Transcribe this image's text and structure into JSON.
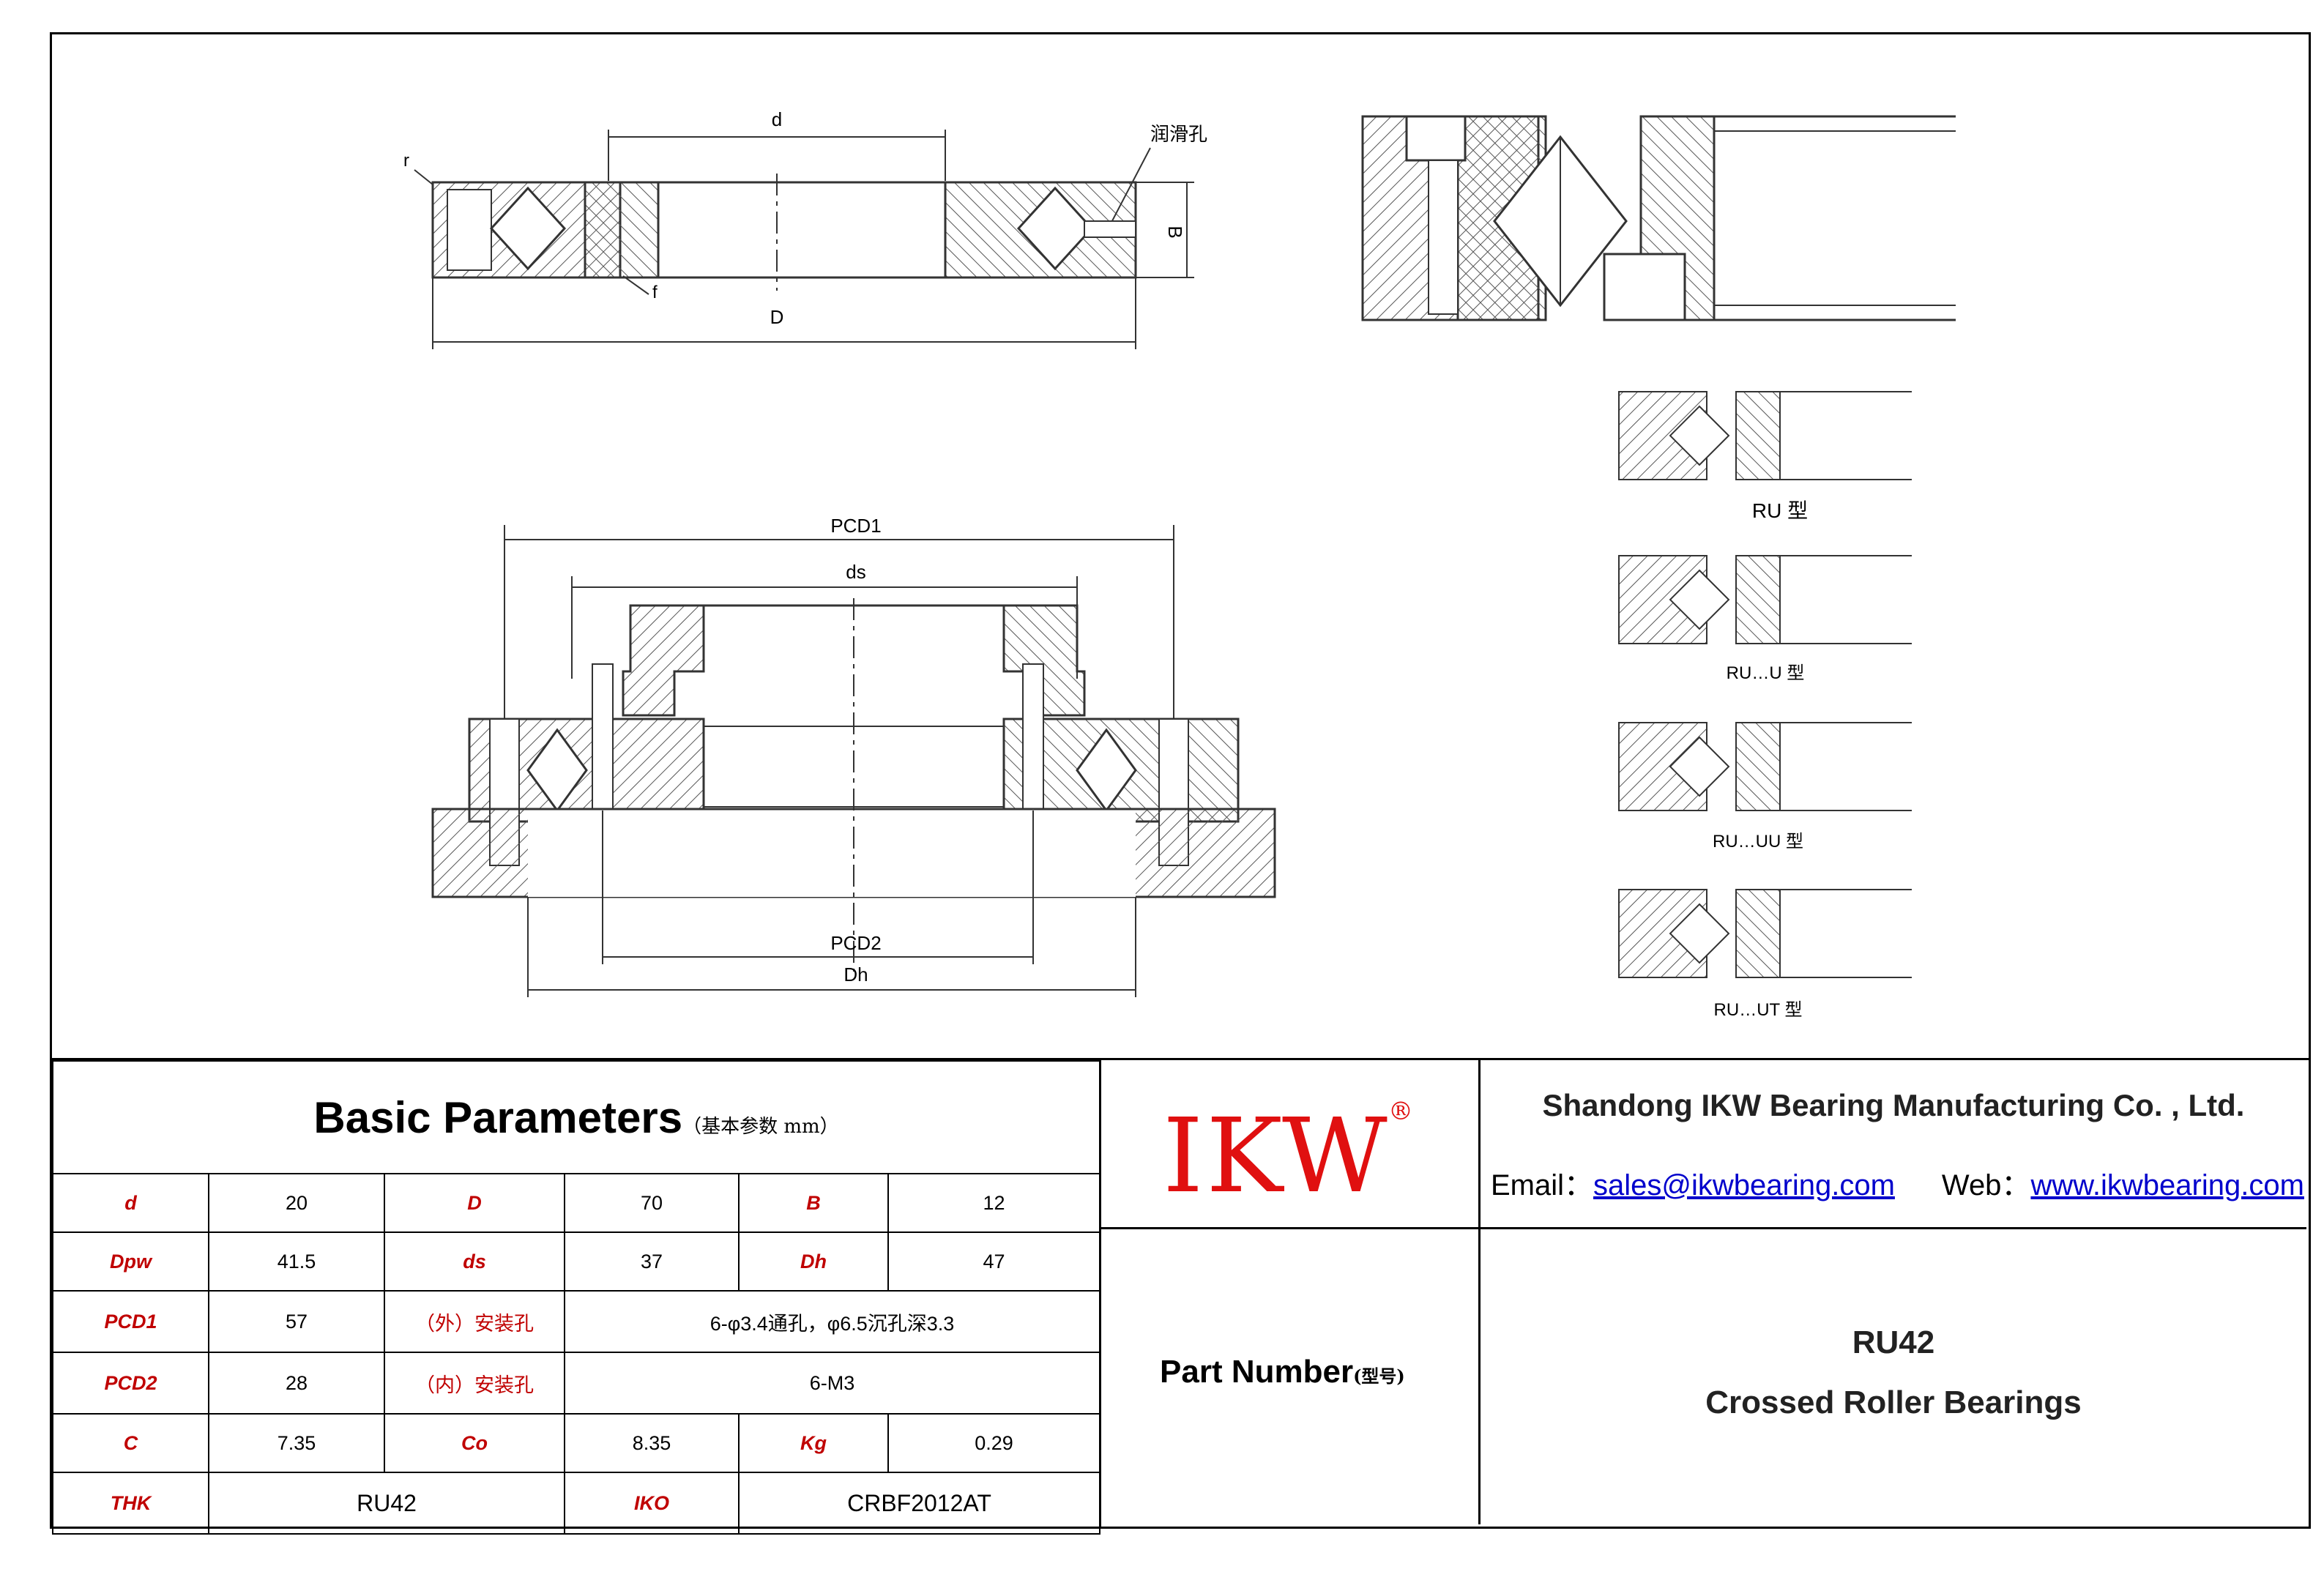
{
  "drawing": {
    "labels": {
      "d": "d",
      "D": "D",
      "B": "B",
      "r": "r",
      "f": "f",
      "lube_hole": "润滑孔",
      "pcd1": "PCD1",
      "ds": "ds",
      "pcd2": "PCD2",
      "dh": "Dh"
    },
    "variants": [
      "RU 型",
      "RU…U 型",
      "RU…UU 型",
      "RU…UT 型"
    ]
  },
  "params": {
    "title": "Basic Parameters",
    "subtitle": "（基本参数 mm）",
    "rows": [
      [
        {
          "l": "d"
        },
        {
          "v": "20"
        },
        {
          "l": "D"
        },
        {
          "v": "70"
        },
        {
          "l": "B"
        },
        {
          "v": "12"
        }
      ],
      [
        {
          "l": "Dpw"
        },
        {
          "v": "41.5"
        },
        {
          "l": "ds"
        },
        {
          "v": "37"
        },
        {
          "l": "Dh"
        },
        {
          "v": "47"
        }
      ]
    ],
    "pcd1": {
      "label": "PCD1",
      "value": "57",
      "hole_label": "（外）安装孔",
      "hole_value": "6-φ3.4通孔，φ6.5沉孔深3.3"
    },
    "pcd2": {
      "label": "PCD2",
      "value": "28",
      "hole_label": "（内）安装孔",
      "hole_value": "6-M3"
    },
    "row5": [
      {
        "l": "C"
      },
      {
        "v": "7.35"
      },
      {
        "l": "Co"
      },
      {
        "v": "8.35"
      },
      {
        "l": "Kg"
      },
      {
        "v": "0.29"
      }
    ],
    "row6": {
      "thk_label": "THK",
      "thk_value": "RU42",
      "iko_label": "IKO",
      "iko_value": "CRBF2012AT"
    }
  },
  "brand": {
    "logo": "IKW",
    "reg": "®",
    "color": "#e01010"
  },
  "company": {
    "name": "Shandong IKW Bearing Manufacturing Co. , Ltd.",
    "email_label": "Email：",
    "email": "sales@ikwbearing.com",
    "web_label": "Web：",
    "web": "www.ikwbearing.com"
  },
  "part": {
    "label": "Part Number",
    "label_cn": "(型号)",
    "model": "RU42",
    "type": "Crossed Roller Bearings"
  }
}
